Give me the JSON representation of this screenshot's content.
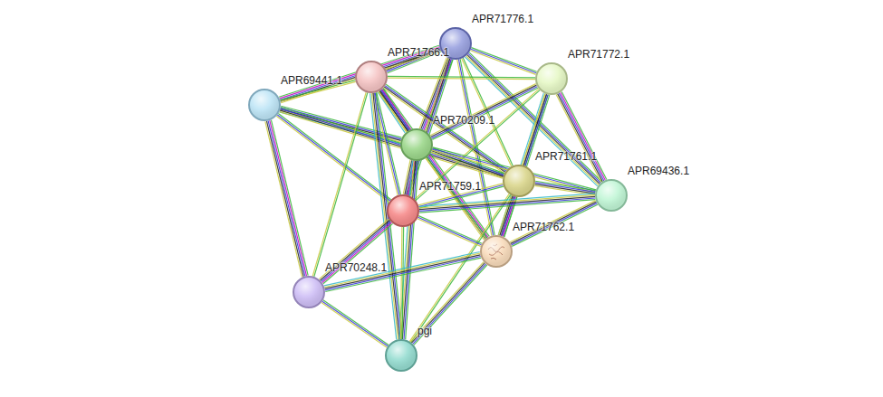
{
  "diagram": {
    "nodes": [
      {
        "text": [
          "APR71776.1"
        ]
      },
      {
        "text": [
          "APR71766.1"
        ]
      },
      {
        "text": [
          "APR71772.1"
        ]
      },
      {
        "text": [
          "APR69441.1"
        ]
      },
      {
        "text": [
          "APR70209.1"
        ]
      },
      {
        "text": [
          "APR71761.1"
        ]
      },
      {
        "text": [
          "APR69436.1"
        ]
      },
      {
        "text": [
          "APR71759.1"
        ]
      },
      {
        "text": [
          "APR71762.1"
        ]
      },
      {
        "text": [
          "APR70248.1"
        ]
      },
      {
        "text": [
          "pgi"
        ]
      }
    ],
    "edges": [
      {
        "from": 0,
        "to": 1,
        "arrow": "none"
      },
      {
        "from": 0,
        "to": 2,
        "arrow": "none"
      },
      {
        "from": 0,
        "to": 4,
        "arrow": "none"
      },
      {
        "from": 0,
        "to": 5,
        "arrow": "none"
      },
      {
        "from": 0,
        "to": 6,
        "arrow": "none"
      },
      {
        "from": 0,
        "to": 7,
        "arrow": "none"
      },
      {
        "from": 0,
        "to": 8,
        "arrow": "none"
      },
      {
        "from": 3,
        "to": 0,
        "arrow": "none"
      },
      {
        "from": 3,
        "to": 1,
        "arrow": "none"
      },
      {
        "from": 3,
        "to": 4,
        "arrow": "none"
      },
      {
        "from": 3,
        "to": 5,
        "arrow": "none"
      },
      {
        "from": 3,
        "to": 7,
        "arrow": "none"
      },
      {
        "from": 3,
        "to": 9,
        "arrow": "none"
      },
      {
        "from": 1,
        "to": 2,
        "arrow": "none"
      },
      {
        "from": 1,
        "to": 4,
        "arrow": "none"
      },
      {
        "from": 1,
        "to": 5,
        "arrow": "none"
      },
      {
        "from": 1,
        "to": 7,
        "arrow": "none"
      },
      {
        "from": 1,
        "to": 8,
        "arrow": "none"
      },
      {
        "from": 1,
        "to": 9,
        "arrow": "none"
      },
      {
        "from": 1,
        "to": 10,
        "arrow": "none"
      },
      {
        "from": 2,
        "to": 4,
        "arrow": "none"
      },
      {
        "from": 2,
        "to": 5,
        "arrow": "none"
      },
      {
        "from": 2,
        "to": 6,
        "arrow": "none"
      },
      {
        "from": 2,
        "to": 7,
        "arrow": "none"
      },
      {
        "from": 2,
        "to": 8,
        "arrow": "none"
      },
      {
        "from": 4,
        "to": 5,
        "arrow": "none"
      },
      {
        "from": 4,
        "to": 6,
        "arrow": "none"
      },
      {
        "from": 4,
        "to": 7,
        "arrow": "none"
      },
      {
        "from": 4,
        "to": 8,
        "arrow": "none"
      },
      {
        "from": 4,
        "to": 10,
        "arrow": "none"
      },
      {
        "from": 5,
        "to": 6,
        "arrow": "none"
      },
      {
        "from": 5,
        "to": 7,
        "arrow": "none"
      },
      {
        "from": 5,
        "to": 8,
        "arrow": "none"
      },
      {
        "from": 5,
        "to": 10,
        "arrow": "none"
      },
      {
        "from": 6,
        "to": 7,
        "arrow": "none"
      },
      {
        "from": 6,
        "to": 8,
        "arrow": "none"
      },
      {
        "from": 7,
        "to": 8,
        "arrow": "none"
      },
      {
        "from": 7,
        "to": 9,
        "arrow": "none"
      },
      {
        "from": 7,
        "to": 10,
        "arrow": "none"
      },
      {
        "from": 8,
        "to": 9,
        "arrow": "none"
      },
      {
        "from": 8,
        "to": 10,
        "arrow": "none"
      },
      {
        "from": 9,
        "to": 10,
        "arrow": "none"
      }
    ]
  }
}
